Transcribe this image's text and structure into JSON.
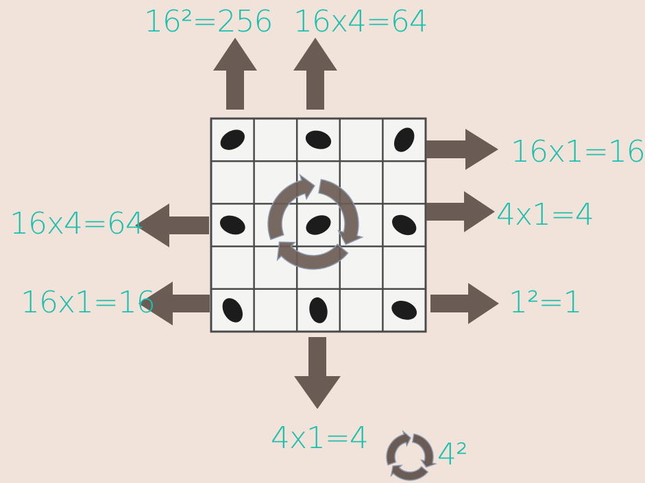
{
  "colors": {
    "background": "#f2e3da",
    "label": "#1bbfae",
    "arrow": "#6b5b55",
    "grid_paper": "#f4f4f2",
    "grid_line": "#4a4a4a",
    "bean": "#1c1c1c"
  },
  "grid": {
    "rows": 5,
    "cols": 5
  },
  "beans": [
    {
      "row": 0,
      "col": 0
    },
    {
      "row": 0,
      "col": 2
    },
    {
      "row": 0,
      "col": 4
    },
    {
      "row": 2,
      "col": 0
    },
    {
      "row": 2,
      "col": 2
    },
    {
      "row": 2,
      "col": 4
    },
    {
      "row": 4,
      "col": 0
    },
    {
      "row": 4,
      "col": 2
    },
    {
      "row": 4,
      "col": 4
    }
  ],
  "labels": {
    "top_left": "16²=256",
    "top_right": "16x4=64",
    "right_top": "16x1=16",
    "right_middle": "4x1=4",
    "right_bottom": "1²=1",
    "left_middle": "16x4=64",
    "left_bottom": "16x1=16",
    "bottom": "4x1=4",
    "legend": "4²"
  },
  "icons": {
    "cycle": "recycle-arrows-icon",
    "arrow": "block-arrow-icon"
  }
}
